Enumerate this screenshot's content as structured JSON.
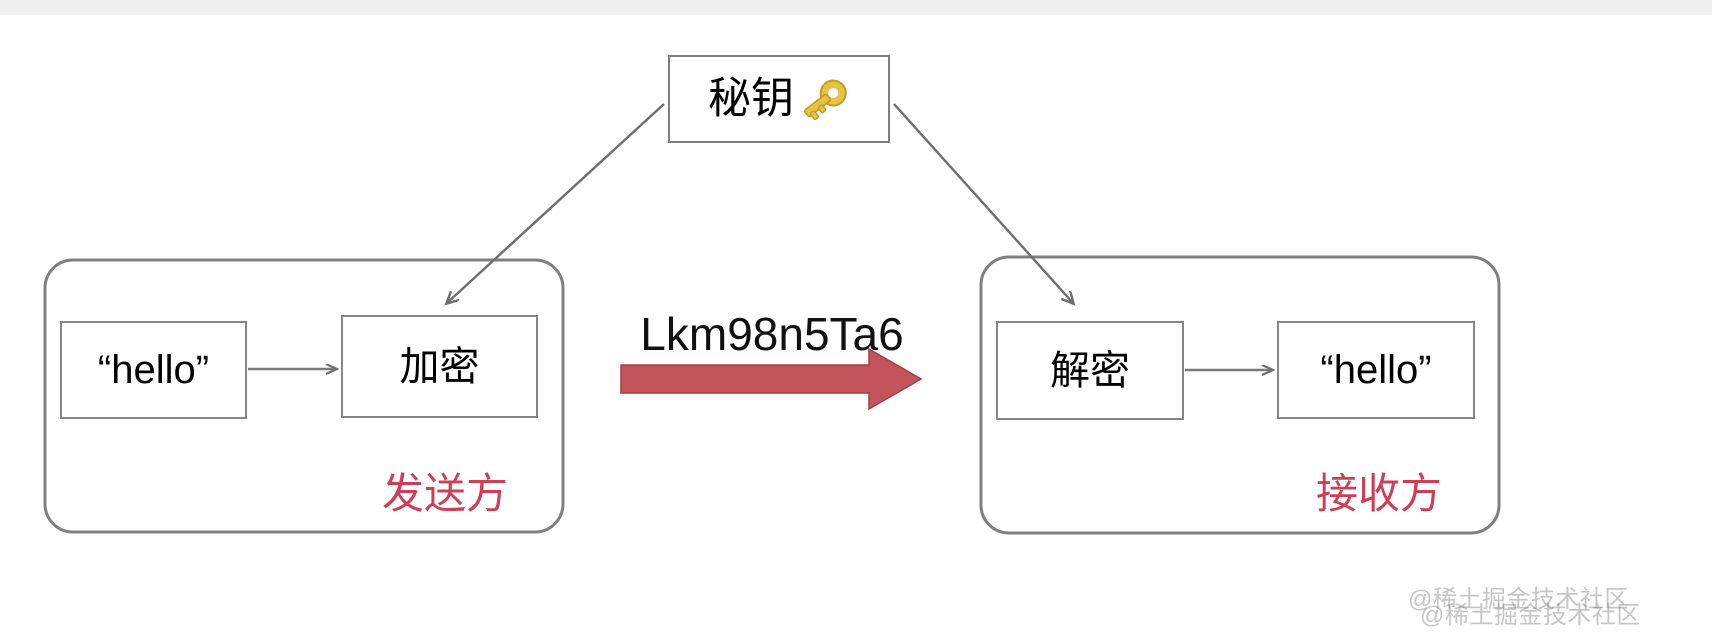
{
  "diagram": {
    "title": "symmetric-encryption-flow",
    "background": "#ffffff",
    "topband_color": "#efeff1",
    "stroke_color": "#868686",
    "accent_red": "#cf3f54",
    "cipher_arrow_color": "#c4545c",
    "key_emoji_color": "#e6bb3d"
  },
  "key_box": {
    "label": "秘钥",
    "icon": "key-emoji"
  },
  "sender": {
    "party_label": "发送方",
    "plaintext": "“hello”",
    "operation": "加密"
  },
  "channel": {
    "ciphertext": "Lkm98n5Ta6",
    "direction": "left-to-right"
  },
  "receiver": {
    "party_label": "接收方",
    "operation": "解密",
    "plaintext": "“hello”"
  },
  "watermark": {
    "line1": "@稀土掘金技术社区",
    "line2": "@稀土掘金技术社区"
  }
}
